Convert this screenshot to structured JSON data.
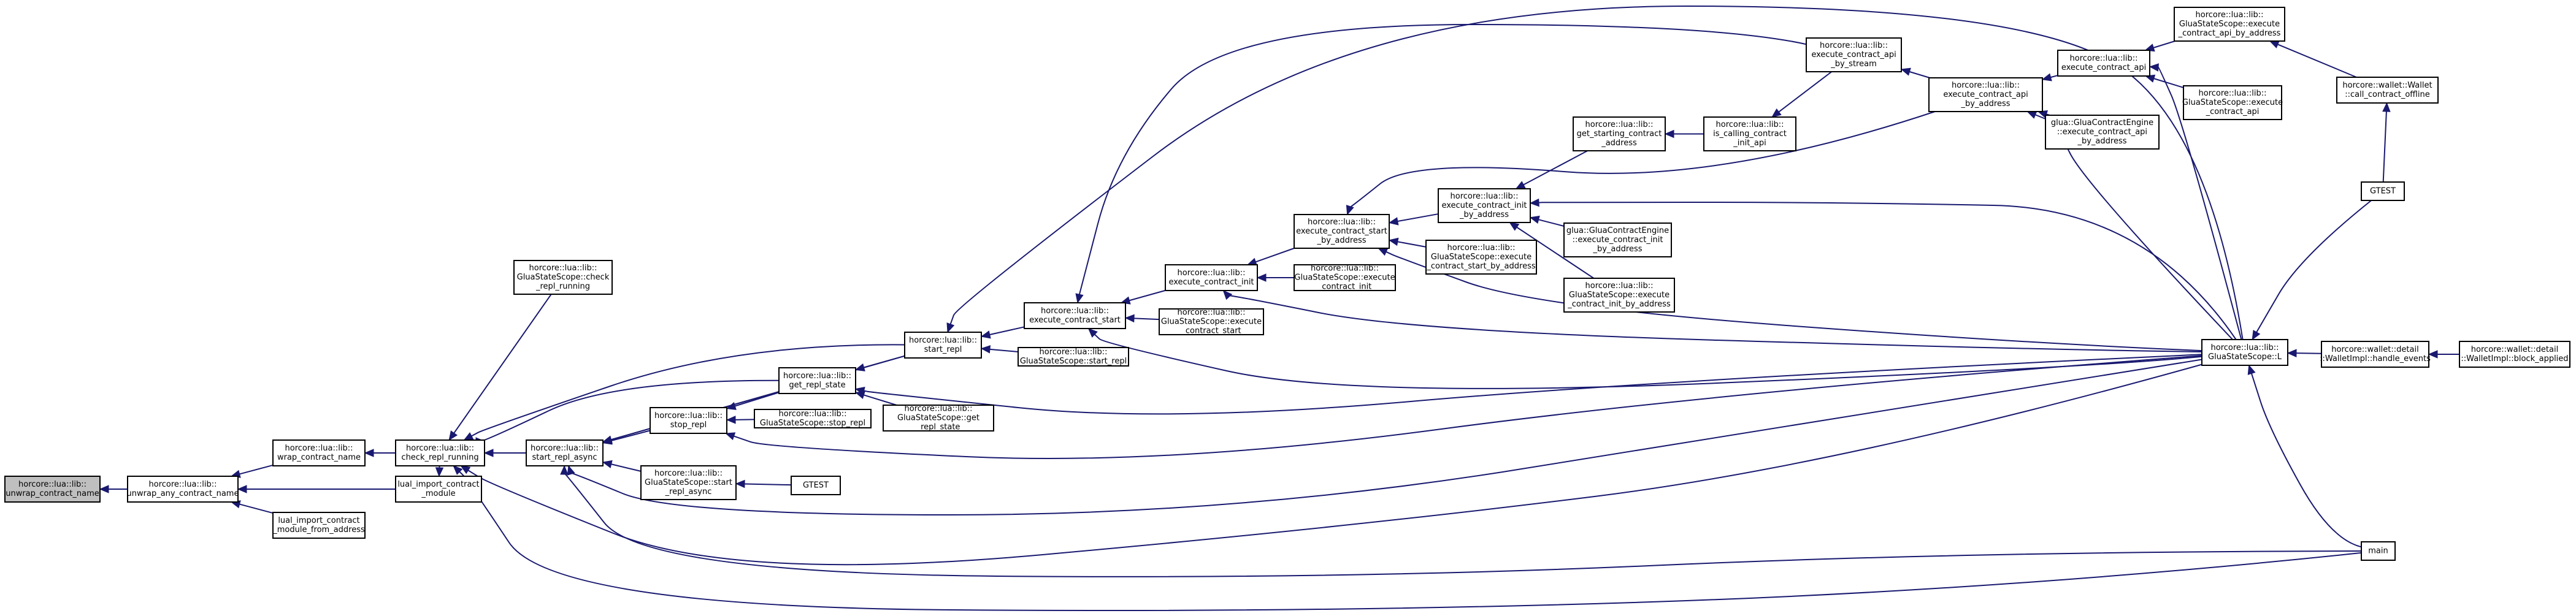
{
  "graph": {
    "nodes": [
      {
        "id": "current",
        "lines": [
          "horcore::lua::lib::",
          "unwrap_contract_name"
        ]
      },
      {
        "id": "unwrap_any",
        "lines": [
          "horcore::lua::lib::",
          "unwrap_any_contract_name"
        ]
      },
      {
        "id": "wrap_contract",
        "lines": [
          "horcore::lua::lib::",
          "wrap_contract_name"
        ]
      },
      {
        "id": "lual_import",
        "lines": [
          "lual_import_contract",
          "_module"
        ]
      },
      {
        "id": "lual_import_addr",
        "lines": [
          "lual_import_contract",
          "_module_from_address"
        ]
      },
      {
        "id": "check_repl",
        "lines": [
          "horcore::lua::lib::",
          "check_repl_running"
        ]
      },
      {
        "id": "scope_check_repl",
        "lines": [
          "horcore::lua::lib::",
          "GluaStateScope::check",
          "_repl_running"
        ]
      },
      {
        "id": "start_repl_async",
        "lines": [
          "horcore::lua::lib::",
          "start_repl_async"
        ]
      },
      {
        "id": "stop_repl",
        "lines": [
          "horcore::lua::lib::",
          "stop_repl"
        ]
      },
      {
        "id": "scope_start_repl_async",
        "lines": [
          "horcore::lua::lib::",
          "GluaStateScope::start",
          "_repl_async"
        ]
      },
      {
        "id": "gtest1",
        "lines": [
          "GTEST"
        ]
      },
      {
        "id": "get_repl_state",
        "lines": [
          "horcore::lua::lib::",
          "get_repl_state"
        ]
      },
      {
        "id": "scope_stop_repl",
        "lines": [
          "horcore::lua::lib::",
          "GluaStateScope::stop_repl"
        ]
      },
      {
        "id": "scope_get_repl",
        "lines": [
          "horcore::lua::lib::",
          "GluaStateScope::get",
          "_repl_state"
        ]
      },
      {
        "id": "start_repl",
        "lines": [
          "horcore::lua::lib::",
          "start_repl"
        ]
      },
      {
        "id": "scope_start_repl",
        "lines": [
          "horcore::lua::lib::",
          "GluaStateScope::start_repl"
        ]
      },
      {
        "id": "exec_contract_start",
        "lines": [
          "horcore::lua::lib::",
          "execute_contract_start"
        ]
      },
      {
        "id": "scope_exec_start",
        "lines": [
          "horcore::lua::lib::",
          "GluaStateScope::execute",
          "_contract_start"
        ]
      },
      {
        "id": "exec_contract_init",
        "lines": [
          "horcore::lua::lib::",
          "execute_contract_init"
        ]
      },
      {
        "id": "exec_start_by_addr",
        "lines": [
          "horcore::lua::lib::",
          "execute_contract_start",
          "_by_address"
        ]
      },
      {
        "id": "scope_exec_init",
        "lines": [
          "horcore::lua::lib::",
          "GluaStateScope::execute",
          "_contract_init"
        ]
      },
      {
        "id": "scope_exec_start_by_addr",
        "lines": [
          "horcore::lua::lib::",
          "GluaStateScope::execute",
          "_contract_start_by_address"
        ]
      },
      {
        "id": "exec_init_by_addr",
        "lines": [
          "horcore::lua::lib::",
          "execute_contract_init",
          "_by_address"
        ]
      },
      {
        "id": "get_starting",
        "lines": [
          "horcore::lua::lib::",
          "get_starting_contract",
          "_address"
        ]
      },
      {
        "id": "engine_init_by_addr",
        "lines": [
          "glua::GluaContractEngine",
          "::execute_contract_init",
          "_by_address"
        ]
      },
      {
        "id": "scope_exec_init_by_addr",
        "lines": [
          "horcore::lua::lib::",
          "GluaStateScope::execute",
          "_contract_init_by_address"
        ]
      },
      {
        "id": "is_calling",
        "lines": [
          "horcore::lua::lib::",
          "is_calling_contract",
          "_init_api"
        ]
      },
      {
        "id": "exec_api_by_stream",
        "lines": [
          "horcore::lua::lib::",
          "execute_contract_api",
          "_by_stream"
        ]
      },
      {
        "id": "exec_api_by_addr",
        "lines": [
          "horcore::lua::lib::",
          "execute_contract_api",
          "_by_address"
        ]
      },
      {
        "id": "engine_api_by_addr",
        "lines": [
          "glua::GluaContractEngine",
          "::execute_contract_api",
          "_by_address"
        ]
      },
      {
        "id": "exec_api",
        "lines": [
          "horcore::lua::lib::",
          "execute_contract_api"
        ]
      },
      {
        "id": "scope_exec_api_by_addr",
        "lines": [
          "horcore::lua::lib::",
          "GluaStateScope::execute",
          "_contract_api_by_address"
        ]
      },
      {
        "id": "scope_exec_api",
        "lines": [
          "horcore::lua::lib::",
          "GluaStateScope::execute",
          "_contract_api"
        ]
      },
      {
        "id": "scope_L",
        "lines": [
          "horcore::lua::lib::",
          "GluaStateScope::L"
        ]
      },
      {
        "id": "call_offline",
        "lines": [
          "horcore::wallet::Wallet",
          "::call_contract_offline"
        ]
      },
      {
        "id": "gtest2",
        "lines": [
          "GTEST"
        ]
      },
      {
        "id": "handle_events",
        "lines": [
          "horcore::wallet::detail",
          "::WalletImpl::handle_events"
        ]
      },
      {
        "id": "block_applied",
        "lines": [
          "horcore::wallet::detail",
          "::WalletImpl::block_applied"
        ]
      },
      {
        "id": "main",
        "lines": [
          "main"
        ]
      }
    ],
    "edges": [
      [
        "unwrap_any",
        "current"
      ],
      [
        "wrap_contract",
        "unwrap_any"
      ],
      [
        "lual_import",
        "unwrap_any"
      ],
      [
        "lual_import_addr",
        "unwrap_any"
      ],
      [
        "check_repl",
        "wrap_contract"
      ],
      [
        "check_repl",
        "lual_import"
      ],
      [
        "scope_check_repl",
        "check_repl"
      ],
      [
        "start_repl_async",
        "check_repl"
      ],
      [
        "get_repl_state",
        "check_repl"
      ],
      [
        "start_repl",
        "check_repl"
      ],
      [
        "scope_L",
        "check_repl"
      ],
      [
        "main",
        "check_repl"
      ],
      [
        "stop_repl",
        "start_repl_async"
      ],
      [
        "scope_start_repl_async",
        "start_repl_async"
      ],
      [
        "get_repl_state",
        "start_repl_async"
      ],
      [
        "start_repl",
        "start_repl_async"
      ],
      [
        "scope_L",
        "start_repl_async"
      ],
      [
        "main",
        "start_repl_async"
      ],
      [
        "gtest1",
        "scope_start_repl_async"
      ],
      [
        "get_repl_state",
        "stop_repl"
      ],
      [
        "scope_stop_repl",
        "stop_repl"
      ],
      [
        "scope_L",
        "stop_repl"
      ],
      [
        "start_repl",
        "get_repl_state"
      ],
      [
        "scope_get_repl",
        "get_repl_state"
      ],
      [
        "scope_L",
        "get_repl_state"
      ],
      [
        "exec_contract_start",
        "start_repl"
      ],
      [
        "scope_start_repl",
        "start_repl"
      ],
      [
        "scope_L",
        "start_repl"
      ],
      [
        "exec_contract_init",
        "exec_contract_start"
      ],
      [
        "scope_exec_start",
        "exec_contract_start"
      ],
      [
        "exec_api_by_stream",
        "exec_contract_start"
      ],
      [
        "scope_L",
        "exec_contract_start"
      ],
      [
        "exec_start_by_addr",
        "exec_contract_init"
      ],
      [
        "scope_exec_init",
        "exec_contract_init"
      ],
      [
        "scope_L",
        "exec_contract_init"
      ],
      [
        "exec_init_by_addr",
        "exec_start_by_addr"
      ],
      [
        "scope_exec_start_by_addr",
        "exec_start_by_addr"
      ],
      [
        "exec_api_by_addr",
        "exec_start_by_addr"
      ],
      [
        "scope_L",
        "exec_start_by_addr"
      ],
      [
        "get_starting",
        "exec_init_by_addr"
      ],
      [
        "engine_init_by_addr",
        "exec_init_by_addr"
      ],
      [
        "scope_exec_init_by_addr",
        "exec_init_by_addr"
      ],
      [
        "scope_L",
        "exec_init_by_addr"
      ],
      [
        "is_calling",
        "get_starting"
      ],
      [
        "exec_api_by_stream",
        "is_calling"
      ],
      [
        "exec_api_by_addr",
        "exec_api_by_stream"
      ],
      [
        "exec_api",
        "exec_api_by_addr"
      ],
      [
        "engine_api_by_addr",
        "exec_api_by_addr"
      ],
      [
        "scope_L",
        "exec_api_by_addr"
      ],
      [
        "scope_exec_api_by_addr",
        "exec_api"
      ],
      [
        "scope_exec_api",
        "exec_api"
      ],
      [
        "scope_L",
        "exec_api"
      ],
      [
        "call_offline",
        "scope_exec_api_by_addr"
      ],
      [
        "gtest2",
        "call_offline"
      ],
      [
        "handle_events",
        "scope_L"
      ],
      [
        "block_applied",
        "handle_events"
      ],
      [
        "gtest2",
        "scope_L"
      ],
      [
        "main",
        "scope_L"
      ]
    ]
  }
}
